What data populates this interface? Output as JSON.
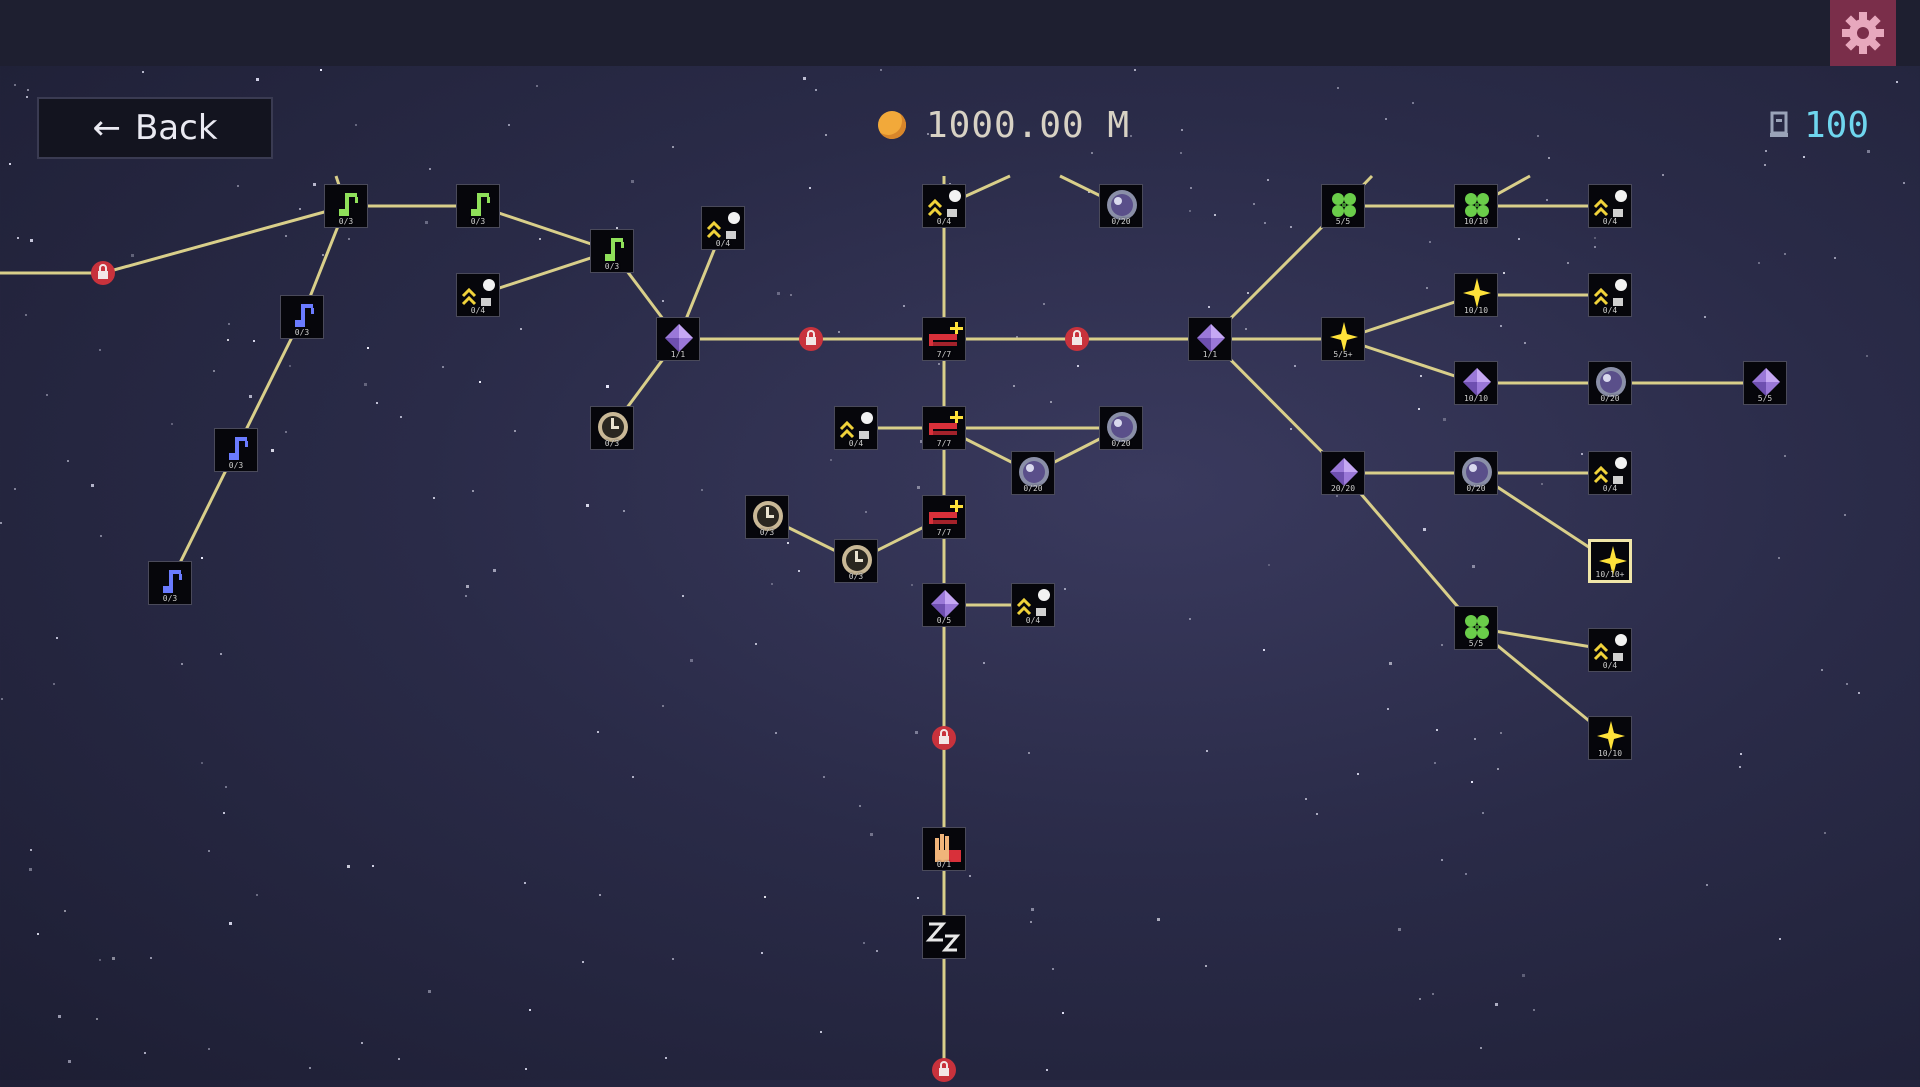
{
  "header": {
    "back_label": "Back",
    "currency_value": "1000.00 M",
    "points_value": "100",
    "settings_icon": "gear-icon"
  },
  "colors": {
    "background": "#2a2b48",
    "line": "#d9cf8a",
    "lock": "#c8323c",
    "currency": "#f2a93a",
    "points": "#6fd6ee"
  },
  "nodes": [
    {
      "id": "n1",
      "icon": "note-green-icon",
      "level": "0/3"
    },
    {
      "id": "n2",
      "icon": "note-green-icon",
      "level": "0/3"
    },
    {
      "id": "n3",
      "icon": "note-green-icon",
      "level": "0/3"
    },
    {
      "id": "n4",
      "icon": "note-blue-icon",
      "level": "0/3"
    },
    {
      "id": "n5",
      "icon": "note-blue-icon",
      "level": "0/3"
    },
    {
      "id": "n6",
      "icon": "note-blue-icon",
      "level": "0/3"
    },
    {
      "id": "n7",
      "icon": "boost-icon",
      "level": "0/4"
    },
    {
      "id": "n8",
      "icon": "boost-icon",
      "level": "0/4"
    },
    {
      "id": "n9",
      "icon": "gem-icon",
      "level": "1/1"
    },
    {
      "id": "n10",
      "icon": "clock-icon",
      "level": "0/3"
    },
    {
      "id": "n11",
      "icon": "boost-icon",
      "level": "0/4"
    },
    {
      "id": "n12",
      "icon": "orb-icon",
      "level": "0/20"
    },
    {
      "id": "n13",
      "icon": "belt-icon",
      "level": "7/7"
    },
    {
      "id": "n14",
      "icon": "boost-icon",
      "level": "0/4"
    },
    {
      "id": "n15",
      "icon": "belt-icon",
      "level": "7/7"
    },
    {
      "id": "n16",
      "icon": "orb-icon",
      "level": "0/20"
    },
    {
      "id": "n17",
      "icon": "orb-icon",
      "level": "0/20"
    },
    {
      "id": "n18",
      "icon": "clock-icon",
      "level": "0/3"
    },
    {
      "id": "n19",
      "icon": "clock-icon",
      "level": "0/3"
    },
    {
      "id": "n20",
      "icon": "belt-icon",
      "level": "7/7"
    },
    {
      "id": "n21",
      "icon": "gem-icon",
      "level": "0/5"
    },
    {
      "id": "n22",
      "icon": "boost-icon",
      "level": "0/4"
    },
    {
      "id": "n23",
      "icon": "hand-icon",
      "level": "0/1"
    },
    {
      "id": "n24",
      "icon": "sleep-icon",
      "level": ""
    },
    {
      "id": "n25",
      "icon": "gem-icon",
      "level": "1/1"
    },
    {
      "id": "n26",
      "icon": "clover-icon",
      "level": "5/5"
    },
    {
      "id": "n27",
      "icon": "clover-icon",
      "level": "10/10"
    },
    {
      "id": "n28",
      "icon": "boost-icon",
      "level": "0/4"
    },
    {
      "id": "n29",
      "icon": "star-icon",
      "level": "10/10"
    },
    {
      "id": "n30",
      "icon": "boost-icon",
      "level": "0/4"
    },
    {
      "id": "n31",
      "icon": "star-icon",
      "level": "5/5+"
    },
    {
      "id": "n32",
      "icon": "gem-icon",
      "level": "10/10"
    },
    {
      "id": "n33",
      "icon": "orb-icon",
      "level": "0/20"
    },
    {
      "id": "n34",
      "icon": "gem-icon",
      "level": "5/5"
    },
    {
      "id": "n35",
      "icon": "gem-icon",
      "level": "20/20"
    },
    {
      "id": "n36",
      "icon": "orb-icon",
      "level": "0/20"
    },
    {
      "id": "n37",
      "icon": "boost-icon",
      "level": "0/4"
    },
    {
      "id": "n38",
      "icon": "star-icon",
      "level": "10/10+"
    },
    {
      "id": "n39",
      "icon": "clover-icon",
      "level": "5/5"
    },
    {
      "id": "n40",
      "icon": "boost-icon",
      "level": "0/4"
    },
    {
      "id": "n41",
      "icon": "star-icon",
      "level": "10/10"
    }
  ]
}
